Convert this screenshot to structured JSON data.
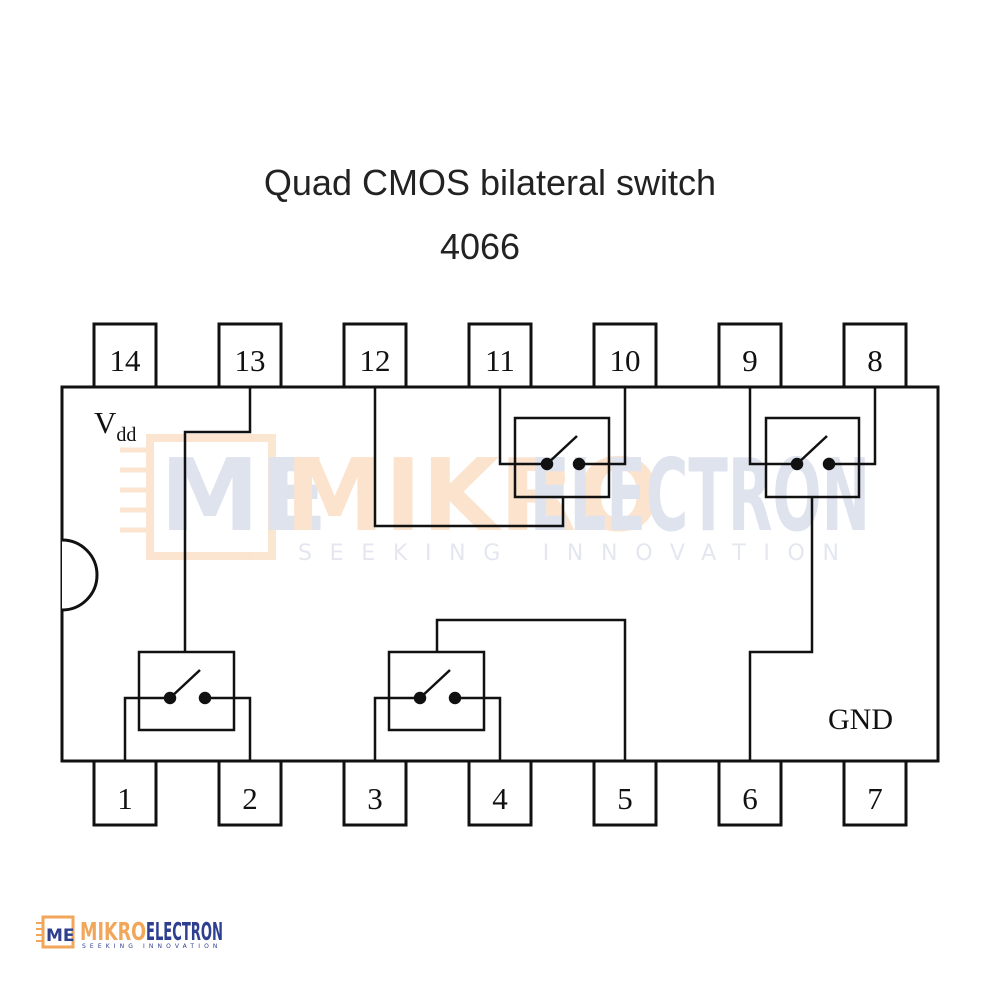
{
  "title": "Quad CMOS bilateral switch",
  "part_number": "4066",
  "labels": {
    "vdd": "V",
    "vdd_sub": "dd",
    "gnd": "GND"
  },
  "top_pins": [
    "14",
    "13",
    "12",
    "11",
    "10",
    "9",
    "8"
  ],
  "bottom_pins": [
    "1",
    "2",
    "3",
    "4",
    "5",
    "6",
    "7"
  ],
  "watermark": {
    "logo_mark": "ME",
    "brand_a": "MIKRO",
    "brand_b": "ELECTRON",
    "tagline": "SEEKING INNOVATION",
    "color_orange": "#f2a65a",
    "color_blue": "#2f3f8f"
  },
  "colors": {
    "line": "#111111",
    "watermark_orange": "#fbe3cd",
    "watermark_blue": "#dfe3ee"
  }
}
